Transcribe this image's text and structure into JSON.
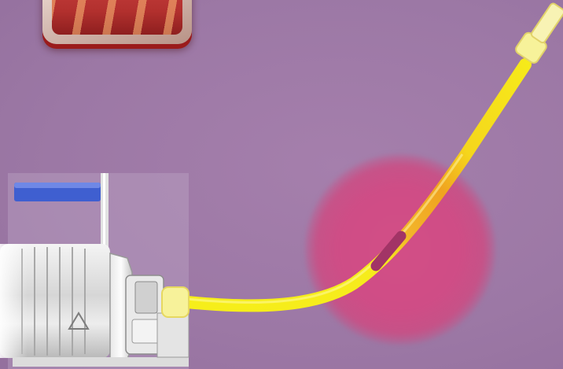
{
  "scene": {
    "background_color": "#a07ca8",
    "elements": [
      "red-tile-icon",
      "vacuum-pump-machine",
      "yellow-tube",
      "pink-target-glow",
      "catheter-tip-connector"
    ],
    "colors": {
      "tube": "#f6ee1a",
      "tube_hot": "#f0a020",
      "glow": "#d24e86",
      "connector": "#f7f29a",
      "pump_handle": "#3f5fd0",
      "tile_red": "#b2302e"
    }
  }
}
